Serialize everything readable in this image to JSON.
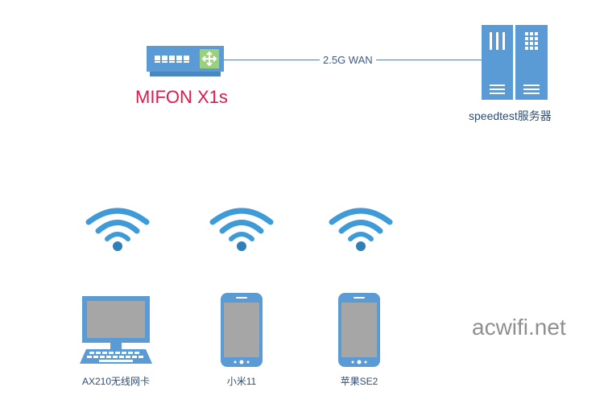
{
  "router": {
    "name": "MIFON X1s",
    "color": "#e0194a"
  },
  "link": {
    "label": "2.5G WAN"
  },
  "server": {
    "name": "speedtest服务器"
  },
  "devices": [
    {
      "label": "AX210无线网卡",
      "icon": "desktop-computer-icon"
    },
    {
      "label": "小米11",
      "icon": "smartphone-icon"
    },
    {
      "label": "苹果SE2",
      "icon": "smartphone-icon"
    }
  ],
  "watermark": "acwifi.net",
  "colors": {
    "device_blue": "#5b9bd5",
    "screen_gray": "#a6a6a6",
    "router_green": "#9bd17c",
    "wifi_blue": "#3e9bd8"
  }
}
